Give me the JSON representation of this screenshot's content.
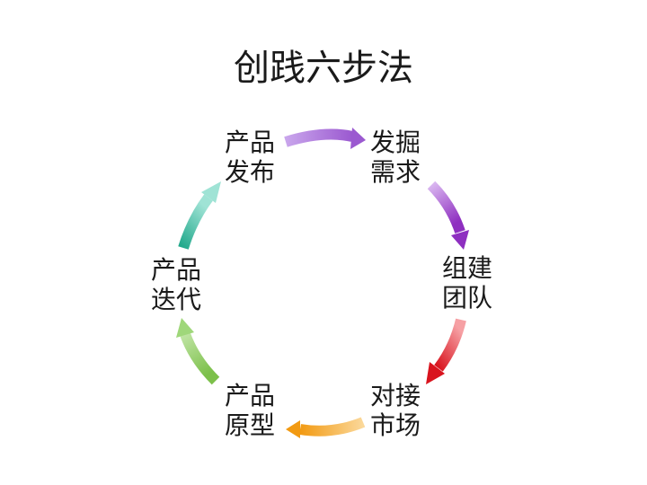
{
  "title": "创践六步法",
  "steps": [
    {
      "line1": "发掘",
      "line2": "需求",
      "arrow_color": "#9b59d0"
    },
    {
      "line1": "组建",
      "line2": "团队",
      "arrow_color": "#a03dc8"
    },
    {
      "line1": "对接",
      "line2": "市场",
      "arrow_color": "#e0202a"
    },
    {
      "line1": "产品",
      "line2": "原型",
      "arrow_color": "#f5a623"
    },
    {
      "line1": "产品",
      "line2": "迭代",
      "arrow_color": "#6bbf3a"
    },
    {
      "line1": "产品",
      "line2": "发布",
      "arrow_color": "#2bb59a"
    }
  ]
}
